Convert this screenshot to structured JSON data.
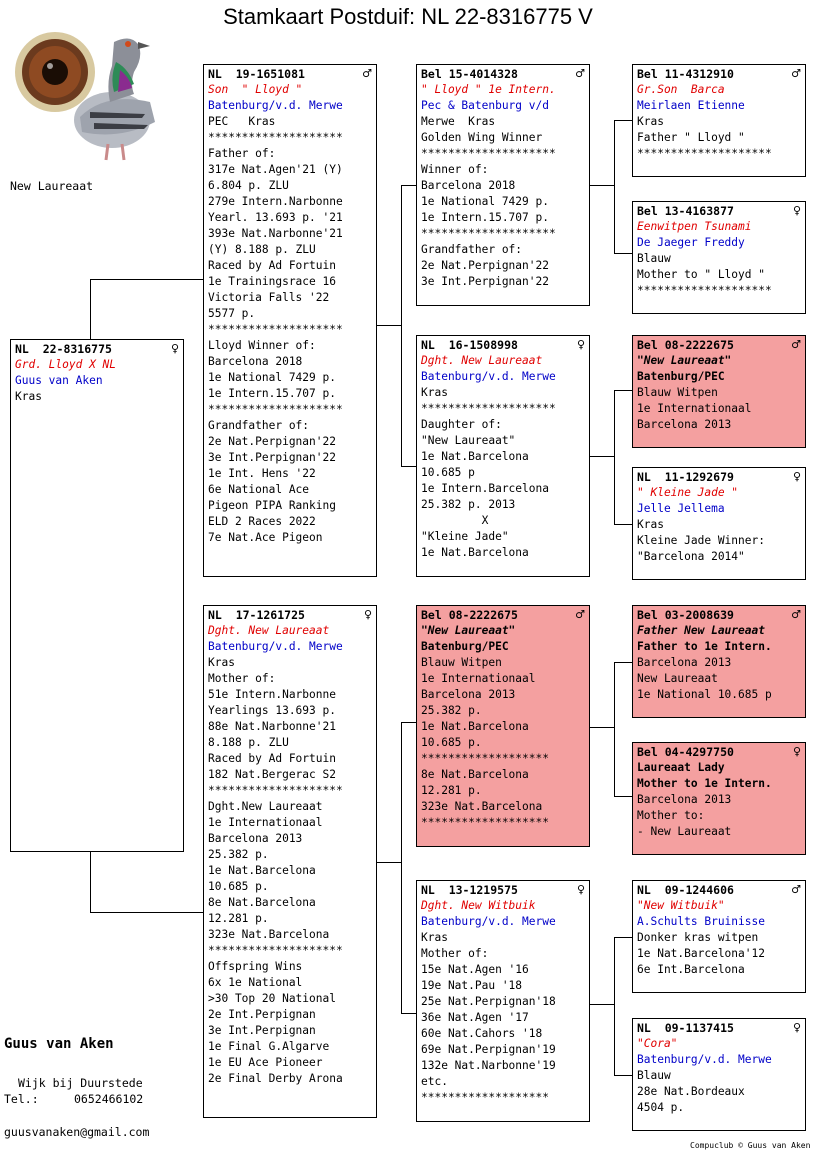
{
  "title": "Stamkaart Postduif: NL  22-8316775 V",
  "photo_caption": "New Laureaat",
  "owner": {
    "name": "Guus van Aken",
    "city": "Wijk bij Duurstede",
    "tel_label": "Tel.:",
    "tel": "0652466102",
    "email": "guusvanaken@gmail.com"
  },
  "footer": "Compuclub © Guus van Aken",
  "boxes": {
    "subject": {
      "ring": "NL  22-8316775",
      "sex": "♀",
      "lines": [
        {
          "t": "Grd. Lloyd X NL",
          "s": "red"
        },
        {
          "t": "Guus van Aken",
          "s": "blue"
        },
        {
          "t": "Kras",
          "s": ""
        }
      ]
    },
    "father": {
      "ring": "NL  19-1651081",
      "sex": "♂",
      "lines": [
        {
          "t": "Son  \" Lloyd \"",
          "s": "red"
        },
        {
          "t": "Batenburg/v.d. Merwe",
          "s": "blue"
        },
        {
          "t": "PEC   Kras",
          "s": ""
        },
        {
          "t": "********************",
          "s": ""
        },
        {
          "t": "Father of:",
          "s": ""
        },
        {
          "t": "317e Nat.Agen'21 (Y)",
          "s": ""
        },
        {
          "t": "6.804 p. ZLU",
          "s": ""
        },
        {
          "t": "279e Intern.Narbonne",
          "s": ""
        },
        {
          "t": "Yearl. 13.693 p. '21",
          "s": ""
        },
        {
          "t": "393e Nat.Narbonne'21",
          "s": ""
        },
        {
          "t": "(Y) 8.188 p. ZLU",
          "s": ""
        },
        {
          "t": "Raced by Ad Fortuin",
          "s": ""
        },
        {
          "t": "1e Trainingsrace 16",
          "s": ""
        },
        {
          "t": "Victoria Falls '22",
          "s": ""
        },
        {
          "t": "5577 p.",
          "s": ""
        },
        {
          "t": "********************",
          "s": ""
        },
        {
          "t": "Lloyd Winner of:",
          "s": ""
        },
        {
          "t": "Barcelona 2018",
          "s": ""
        },
        {
          "t": "1e National 7429 p.",
          "s": ""
        },
        {
          "t": "1e Intern.15.707 p.",
          "s": ""
        },
        {
          "t": "********************",
          "s": ""
        },
        {
          "t": "Grandfather of:",
          "s": ""
        },
        {
          "t": "2e Nat.Perpignan'22",
          "s": ""
        },
        {
          "t": "3e Int.Perpignan'22",
          "s": ""
        },
        {
          "t": "1e Int. Hens '22",
          "s": ""
        },
        {
          "t": "6e National Ace",
          "s": ""
        },
        {
          "t": "Pigeon PIPA Ranking",
          "s": ""
        },
        {
          "t": "ELD 2 Races 2022",
          "s": ""
        },
        {
          "t": "7e Nat.Ace Pigeon",
          "s": ""
        }
      ]
    },
    "mother": {
      "ring": "NL  17-1261725",
      "sex": "♀",
      "lines": [
        {
          "t": "Dght. New Laureaat",
          "s": "red"
        },
        {
          "t": "Batenburg/v.d. Merwe",
          "s": "blue"
        },
        {
          "t": "Kras",
          "s": ""
        },
        {
          "t": "Mother of:",
          "s": ""
        },
        {
          "t": "51e Intern.Narbonne",
          "s": ""
        },
        {
          "t": "Yearlings 13.693 p.",
          "s": ""
        },
        {
          "t": "88e Nat.Narbonne'21",
          "s": ""
        },
        {
          "t": "8.188 p. ZLU",
          "s": ""
        },
        {
          "t": "Raced by Ad Fortuin",
          "s": ""
        },
        {
          "t": "182 Nat.Bergerac S2",
          "s": ""
        },
        {
          "t": "********************",
          "s": ""
        },
        {
          "t": "Dght.New Laureaat",
          "s": ""
        },
        {
          "t": "1e Internationaal",
          "s": ""
        },
        {
          "t": "Barcelona 2013",
          "s": ""
        },
        {
          "t": "25.382 p.",
          "s": ""
        },
        {
          "t": "1e Nat.Barcelona",
          "s": ""
        },
        {
          "t": "10.685 p.",
          "s": ""
        },
        {
          "t": "8e Nat.Barcelona",
          "s": ""
        },
        {
          "t": "12.281 p.",
          "s": ""
        },
        {
          "t": "323e Nat.Barcelona",
          "s": ""
        },
        {
          "t": "********************",
          "s": ""
        },
        {
          "t": "Offspring Wins",
          "s": ""
        },
        {
          "t": "6x 1e National",
          "s": ""
        },
        {
          "t": ">30 Top 20 National",
          "s": ""
        },
        {
          "t": "2e Int.Perpignan",
          "s": ""
        },
        {
          "t": "3e Int.Perpignan",
          "s": ""
        },
        {
          "t": "1e Final G.Algarve",
          "s": ""
        },
        {
          "t": "1e EU Ace Pioneer",
          "s": ""
        },
        {
          "t": "2e Final Derby Arona",
          "s": ""
        }
      ]
    },
    "ff": {
      "ring": "Bel 15-4014328",
      "sex": "♂",
      "lines": [
        {
          "t": "\" Lloyd \" 1e Intern.",
          "s": "red"
        },
        {
          "t": "Pec & Batenburg v/d",
          "s": "blue"
        },
        {
          "t": "Merwe  Kras",
          "s": ""
        },
        {
          "t": "Golden Wing Winner",
          "s": ""
        },
        {
          "t": "********************",
          "s": ""
        },
        {
          "t": "Winner of:",
          "s": ""
        },
        {
          "t": "Barcelona 2018",
          "s": ""
        },
        {
          "t": "1e National 7429 p.",
          "s": ""
        },
        {
          "t": "1e Intern.15.707 p.",
          "s": ""
        },
        {
          "t": "********************",
          "s": ""
        },
        {
          "t": "Grandfather of:",
          "s": ""
        },
        {
          "t": "2e Nat.Perpignan'22",
          "s": ""
        },
        {
          "t": "3e Int.Perpignan'22",
          "s": ""
        }
      ]
    },
    "fm": {
      "ring": "NL  16-1508998",
      "sex": "♀",
      "lines": [
        {
          "t": "Dght. New Laureaat",
          "s": "red"
        },
        {
          "t": "Batenburg/v.d. Merwe",
          "s": "blue"
        },
        {
          "t": "Kras",
          "s": ""
        },
        {
          "t": "********************",
          "s": ""
        },
        {
          "t": "Daughter of:",
          "s": ""
        },
        {
          "t": "\"New Laureaat\"",
          "s": ""
        },
        {
          "t": "1e Nat.Barcelona",
          "s": ""
        },
        {
          "t": "10.685 p",
          "s": ""
        },
        {
          "t": "1e Intern.Barcelona",
          "s": ""
        },
        {
          "t": "25.382 p. 2013",
          "s": ""
        },
        {
          "t": "         X",
          "s": ""
        },
        {
          "t": "\"Kleine Jade\"",
          "s": ""
        },
        {
          "t": "1e Nat.Barcelona",
          "s": ""
        }
      ]
    },
    "mf": {
      "ring": "Bel 08-2222675",
      "sex": "♂",
      "lines": [
        {
          "t": "\"New Laureaat\"",
          "s": "ital"
        },
        {
          "t": "Batenburg/PEC",
          "s": "bold"
        },
        {
          "t": "Blauw Witpen",
          "s": ""
        },
        {
          "t": "1e Internationaal",
          "s": ""
        },
        {
          "t": "Barcelona 2013",
          "s": ""
        },
        {
          "t": "25.382 p.",
          "s": ""
        },
        {
          "t": "1e Nat.Barcelona",
          "s": ""
        },
        {
          "t": "10.685 p.",
          "s": ""
        },
        {
          "t": "*******************",
          "s": ""
        },
        {
          "t": "8e Nat.Barcelona",
          "s": ""
        },
        {
          "t": "12.281 p.",
          "s": ""
        },
        {
          "t": "323e Nat.Barcelona",
          "s": ""
        },
        {
          "t": "*******************",
          "s": ""
        }
      ]
    },
    "mm": {
      "ring": "NL  13-1219575",
      "sex": "♀",
      "lines": [
        {
          "t": "Dght. New Witbuik",
          "s": "red"
        },
        {
          "t": "Batenburg/v.d. Merwe",
          "s": "blue"
        },
        {
          "t": "Kras",
          "s": ""
        },
        {
          "t": "Mother of:",
          "s": ""
        },
        {
          "t": "15e Nat.Agen '16",
          "s": ""
        },
        {
          "t": "19e Nat.Pau '18",
          "s": ""
        },
        {
          "t": "25e Nat.Perpignan'18",
          "s": ""
        },
        {
          "t": "36e Nat.Agen '17",
          "s": ""
        },
        {
          "t": "60e Nat.Cahors '18",
          "s": ""
        },
        {
          "t": "69e Nat.Perpignan'19",
          "s": ""
        },
        {
          "t": "132e Nat.Narbonne'19",
          "s": ""
        },
        {
          "t": "etc.",
          "s": ""
        },
        {
          "t": "*******************",
          "s": ""
        }
      ]
    },
    "fff": {
      "ring": "Bel 11-4312910",
      "sex": "♂",
      "lines": [
        {
          "t": "Gr.Son  Barca",
          "s": "red"
        },
        {
          "t": "Meirlaen Etienne",
          "s": "blue"
        },
        {
          "t": "Kras",
          "s": ""
        },
        {
          "t": "Father \" Lloyd \"",
          "s": ""
        },
        {
          "t": "********************",
          "s": ""
        }
      ]
    },
    "ffm": {
      "ring": "Bel 13-4163877",
      "sex": "♀",
      "lines": [
        {
          "t": "Eenwitpen Tsunami",
          "s": "red"
        },
        {
          "t": "De Jaeger Freddy",
          "s": "blue"
        },
        {
          "t": "Blauw",
          "s": ""
        },
        {
          "t": "Mother to \" Lloyd \"",
          "s": ""
        },
        {
          "t": "********************",
          "s": ""
        }
      ]
    },
    "fmf": {
      "ring": "Bel 08-2222675",
      "sex": "♂",
      "lines": [
        {
          "t": "\"New Laureaat\"",
          "s": "ital"
        },
        {
          "t": "Batenburg/PEC",
          "s": "bold"
        },
        {
          "t": "Blauw Witpen",
          "s": ""
        },
        {
          "t": "1e Internationaal",
          "s": ""
        },
        {
          "t": "Barcelona 2013",
          "s": ""
        }
      ]
    },
    "fmm": {
      "ring": "NL  11-1292679",
      "sex": "♀",
      "lines": [
        {
          "t": "\" Kleine Jade \"",
          "s": "red"
        },
        {
          "t": "Jelle Jellema",
          "s": "blue"
        },
        {
          "t": "Kras",
          "s": ""
        },
        {
          "t": "Kleine Jade Winner:",
          "s": ""
        },
        {
          "t": "\"Barcelona 2014\"",
          "s": ""
        }
      ]
    },
    "mff": {
      "ring": "Bel 03-2008639",
      "sex": "♂",
      "lines": [
        {
          "t": "Father New Laureaat",
          "s": "ital"
        },
        {
          "t": "Father to 1e Intern.",
          "s": "bold"
        },
        {
          "t": "Barcelona 2013",
          "s": ""
        },
        {
          "t": "New Laureaat",
          "s": ""
        },
        {
          "t": "1e National 10.685 p",
          "s": ""
        }
      ]
    },
    "mfm": {
      "ring": "Bel 04-4297750",
      "sex": "♀",
      "lines": [
        {
          "t": "Laureaat Lady",
          "s": "bold"
        },
        {
          "t": "Mother to 1e Intern.",
          "s": "bold"
        },
        {
          "t": "Barcelona 2013",
          "s": ""
        },
        {
          "t": "Mother to:",
          "s": ""
        },
        {
          "t": "- New Laureaat",
          "s": ""
        }
      ]
    },
    "mmf": {
      "ring": "NL  09-1244606",
      "sex": "♂",
      "lines": [
        {
          "t": "\"New Witbuik\"",
          "s": "red"
        },
        {
          "t": "A.Schults Bruinisse",
          "s": "blue"
        },
        {
          "t": "Donker kras witpen",
          "s": ""
        },
        {
          "t": "1e Nat.Barcelona'12",
          "s": ""
        },
        {
          "t": "6e Int.Barcelona",
          "s": ""
        }
      ]
    },
    "mmm": {
      "ring": "NL  09-1137415",
      "sex": "♀",
      "lines": [
        {
          "t": "\"Cora\"",
          "s": "red"
        },
        {
          "t": "Batenburg/v.d. Merwe",
          "s": "blue"
        },
        {
          "t": "Blauw",
          "s": ""
        },
        {
          "t": "28e Nat.Bordeaux",
          "s": ""
        },
        {
          "t": "4504 p.",
          "s": ""
        }
      ]
    }
  }
}
